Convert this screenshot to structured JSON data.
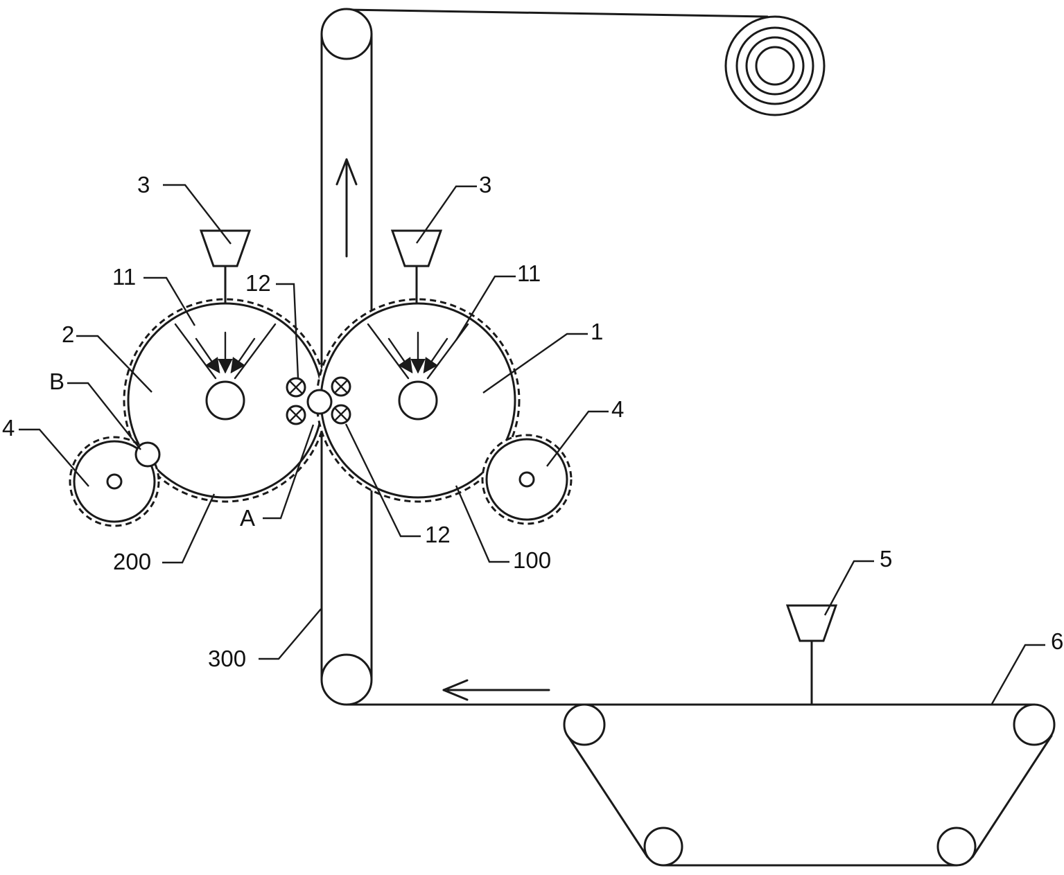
{
  "figure": {
    "type": "patent-style machine schematic",
    "description": "Schematic of a web-forming machine: two forming drums with feed hoppers, toothed rollers, nip rollers, a vertical conveyor belt, a bottom feed conveyor with hopper, and a wound take-up roll",
    "labels": {
      "hopper_left": {
        "text": "3"
      },
      "hopper_right": {
        "text": "3"
      },
      "spray_left": {
        "text": "11"
      },
      "spray_right": {
        "text": "11"
      },
      "nip_rollers_upper": {
        "text": "12"
      },
      "nip_rollers_lower": {
        "text": "12"
      },
      "drum_right": {
        "text": "1"
      },
      "drum_left": {
        "text": "2"
      },
      "roller_b": {
        "text": "B"
      },
      "toothed_roller_left": {
        "text": "4"
      },
      "toothed_roller_right": {
        "text": "4"
      },
      "nip_point": {
        "text": "A"
      },
      "drum_left_ref": {
        "text": "200"
      },
      "drum_right_ref": {
        "text": "100"
      },
      "vertical_belt": {
        "text": "300"
      },
      "hopper_conveyor": {
        "text": "5"
      },
      "conveyor": {
        "text": "6"
      }
    }
  }
}
